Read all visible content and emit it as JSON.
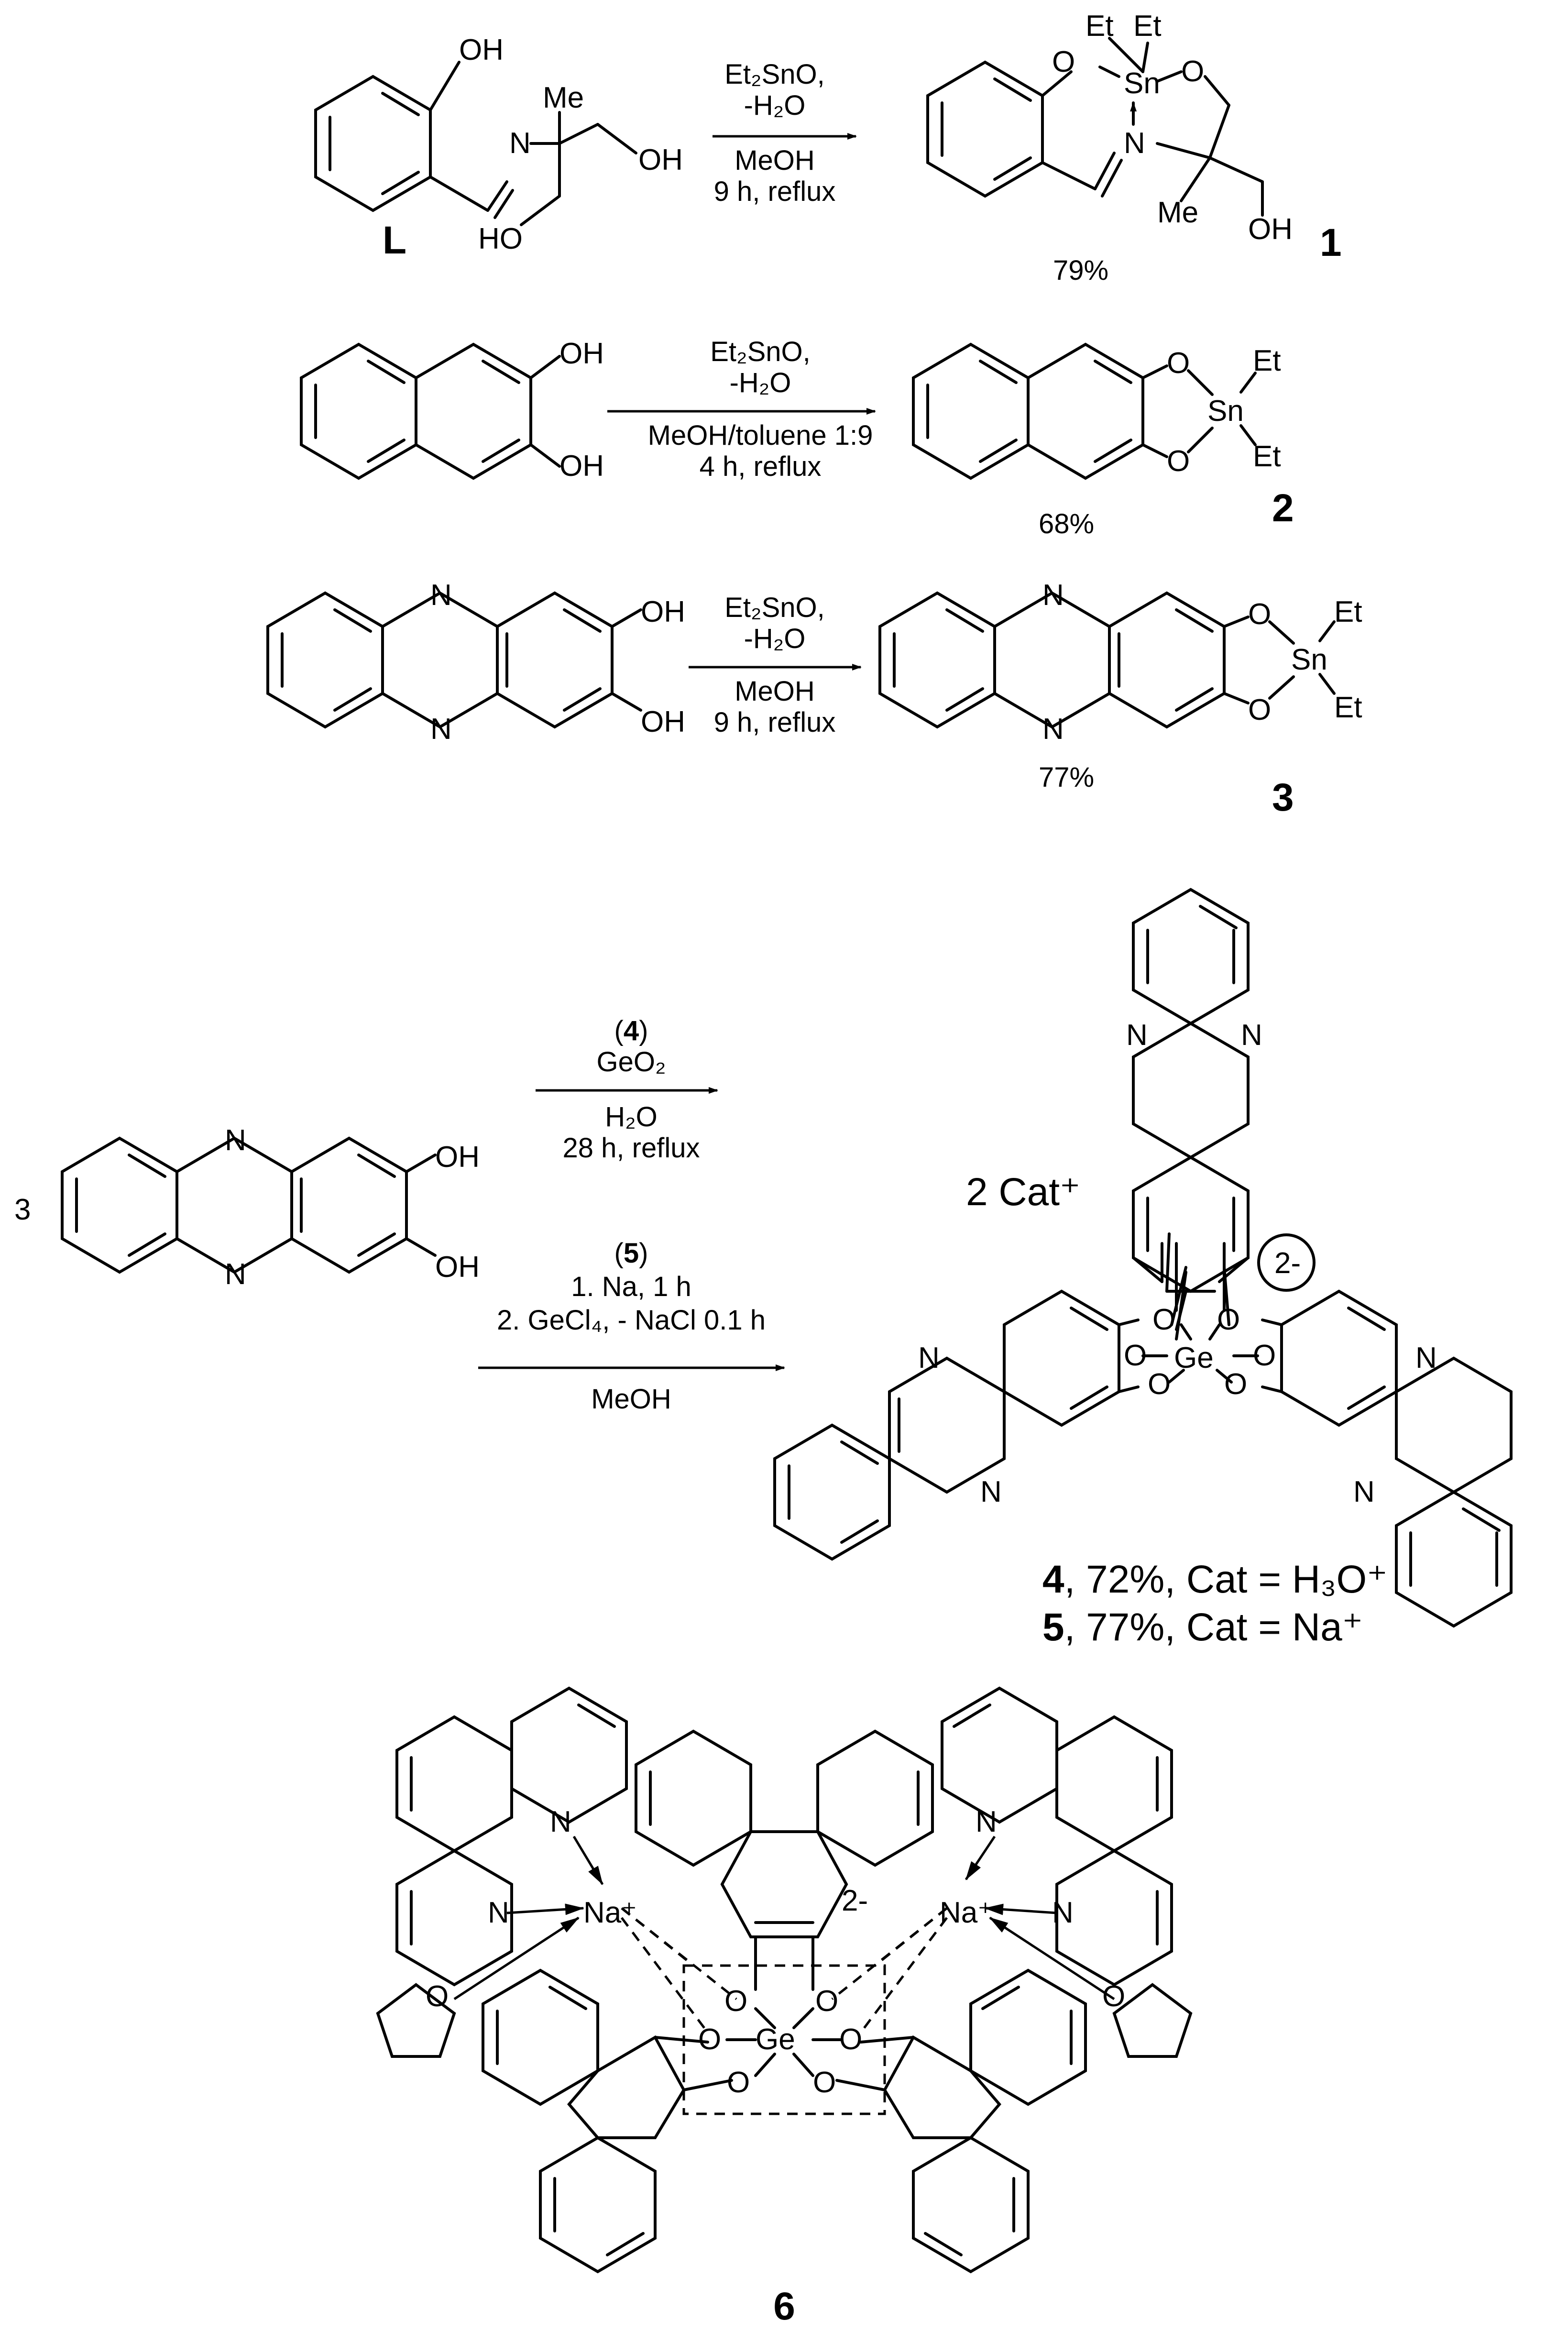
{
  "reactions": [
    {
      "reagent_line1": "Et₂SnO,",
      "reagent_line2": "-H₂O",
      "cond_line1": "MeOH",
      "cond_line2": "9 h, reflux",
      "yield": "79%",
      "compound": "1",
      "ligand_label": "L"
    },
    {
      "reagent_line1": "Et₂SnO,",
      "reagent_line2": "-H₂O",
      "cond_line1": "MeOH/toluene 1:9",
      "cond_line2": "4 h, reflux",
      "yield": "68%",
      "compound": "2"
    },
    {
      "reagent_line1": "Et₂SnO,",
      "reagent_line2": "-H₂O",
      "cond_line1": "MeOH",
      "cond_line2": "9 h, reflux",
      "yield": "77%",
      "compound": "3"
    }
  ],
  "germanium": {
    "stoich": "3",
    "route4_tag": "4",
    "route4_reagent": "GeO₂",
    "route4_cond1": "H₂O",
    "route4_cond2": "28 h, reflux",
    "route5_tag": "5",
    "route5_step1": "1. Na, 1 h",
    "route5_step2": "2. GeCl₄, - NaCl 0.1 h",
    "route5_solvent": "MeOH",
    "cation": "2 Cat⁺",
    "charge": "2-",
    "product4_num": "4",
    "product4_text": ", 72%, Cat = H₃O⁺",
    "product5_num": "5",
    "product5_text": ", 77%, Cat = Na⁺"
  },
  "complex6": {
    "charge": "2-",
    "label": "6",
    "metal": "Ge",
    "sodium": "Na⁺"
  },
  "atoms": {
    "oh": "OH",
    "ho": "HO",
    "o": "O",
    "n": "N",
    "me": "Me",
    "et": "Et",
    "sn": "Sn"
  }
}
